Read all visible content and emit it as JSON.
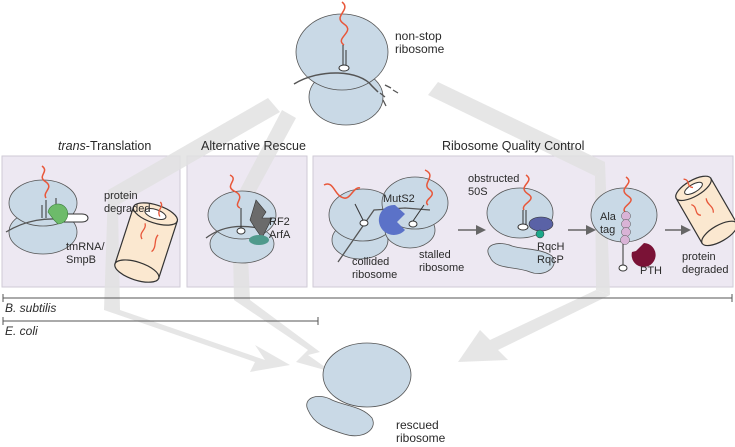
{
  "top": {
    "label_line1": "non-stop",
    "label_line2": "ribosome"
  },
  "bottom": {
    "label_line1": "rescued",
    "label_line2": "ribosome"
  },
  "pathways": [
    {
      "title_italic": "trans",
      "title_rest": "-Translation",
      "factor_line1": "tmRNA/",
      "factor_line2": "SmpB",
      "outcome_line1": "protein",
      "outcome_line2": "degraded"
    },
    {
      "title": "Alternative Rescue",
      "factor_line1": "RF2",
      "factor_line2": "ArfA"
    },
    {
      "title": "Ribosome Quality Control",
      "mutS2": "MutS2",
      "collided_line1": "collided",
      "collided_line2": "ribosome",
      "stalled_line1": "stalled",
      "stalled_line2": "ribosome",
      "obstructed_line1": "obstructed",
      "obstructed_line2": "50S",
      "rqc_line1": "RqcH",
      "rqc_line2": "RqcP",
      "ala_line1": "Ala",
      "ala_line2": "tag",
      "pth": "PTH",
      "outcome_line1": "protein",
      "outcome_line2": "degraded"
    }
  ],
  "organisms": [
    {
      "name": "B. subtilis",
      "span": "all pathways"
    },
    {
      "name": "E. coli",
      "span": "trans-Translation and Alternative Rescue"
    }
  ],
  "colors": {
    "ribosome": "#c9d9e6",
    "panel": "#ede8f2",
    "mrna_peptide": "#e8573a",
    "tmrna_smpb": "#6dbb6a",
    "rf2": "#6b6b6b",
    "arfa": "#4f9a8c",
    "muts2": "#5b72c8",
    "rqch": "#5a62a6",
    "rqcp": "#1da88a",
    "ala_tag": "#d9b3d6",
    "pth": "#7a1236",
    "proteasome": "#fbe8d0",
    "flow_arrow": "#e3e3e3"
  }
}
